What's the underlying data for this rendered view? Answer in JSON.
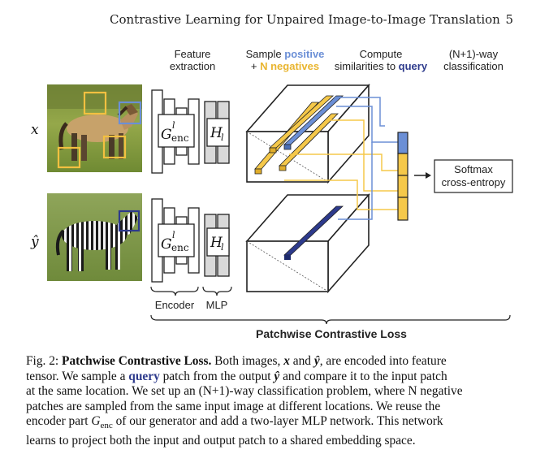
{
  "header": {
    "title": "Contrastive Learning for Unpaired Image-to-Image Translation",
    "page_number": "5"
  },
  "figure": {
    "col_feature_1": "Feature",
    "col_feature_2": "extraction",
    "col_sample_1a": "Sample ",
    "col_sample_1b": "positive",
    "col_sample_2a": "+ ",
    "col_sample_2b": "N negatives",
    "col_compute_1": "Compute",
    "col_compute_2a": "similarities to ",
    "col_compute_2b": "query",
    "col_class_1": "(N+1)-way",
    "col_class_2": "classification",
    "row_x_label": "x",
    "row_y_label": "ŷ",
    "encoder_label_g": "G",
    "encoder_label_sup": "l",
    "encoder_label_sub": "enc",
    "mlp_label_h": "H",
    "mlp_label_sub": "l",
    "brace_encoder": "Encoder",
    "brace_mlp": "MLP",
    "softmax_1": "Softmax",
    "softmax_2": "cross-entropy",
    "loss_title": "Patchwise Contrastive Loss",
    "colors": {
      "positive": "#6b8fd6",
      "negative": "#f5c84a",
      "query": "#2d3a8c",
      "block": "#d9d9d9"
    }
  },
  "caption": {
    "fig_label": "Fig. 2: ",
    "bold_title": "Patchwise Contrastive Loss.",
    "l1_rest": " Both images, ",
    "l1_x": "x",
    "l1_and": " and ",
    "l1_y": "ŷ",
    "l1_end": ", are encoded into feature",
    "l2_a": "tensor. We sample a ",
    "l2_query": "query",
    "l2_b": " patch from the output ",
    "l2_y": "ŷ",
    "l2_c": " and compare it to the input patch",
    "l3": "at the same location. We set up an (N+1)-way classification problem, where N negative",
    "l4": "patches are sampled from the same input image at different locations. We reuse the",
    "l5_a": "encoder part ",
    "l5_g": "G",
    "l5_sub": "enc",
    "l5_b": " of our generator and add a two-layer MLP network. This network",
    "l6": "learns to project both the input and output patch to a shared embedding space."
  }
}
